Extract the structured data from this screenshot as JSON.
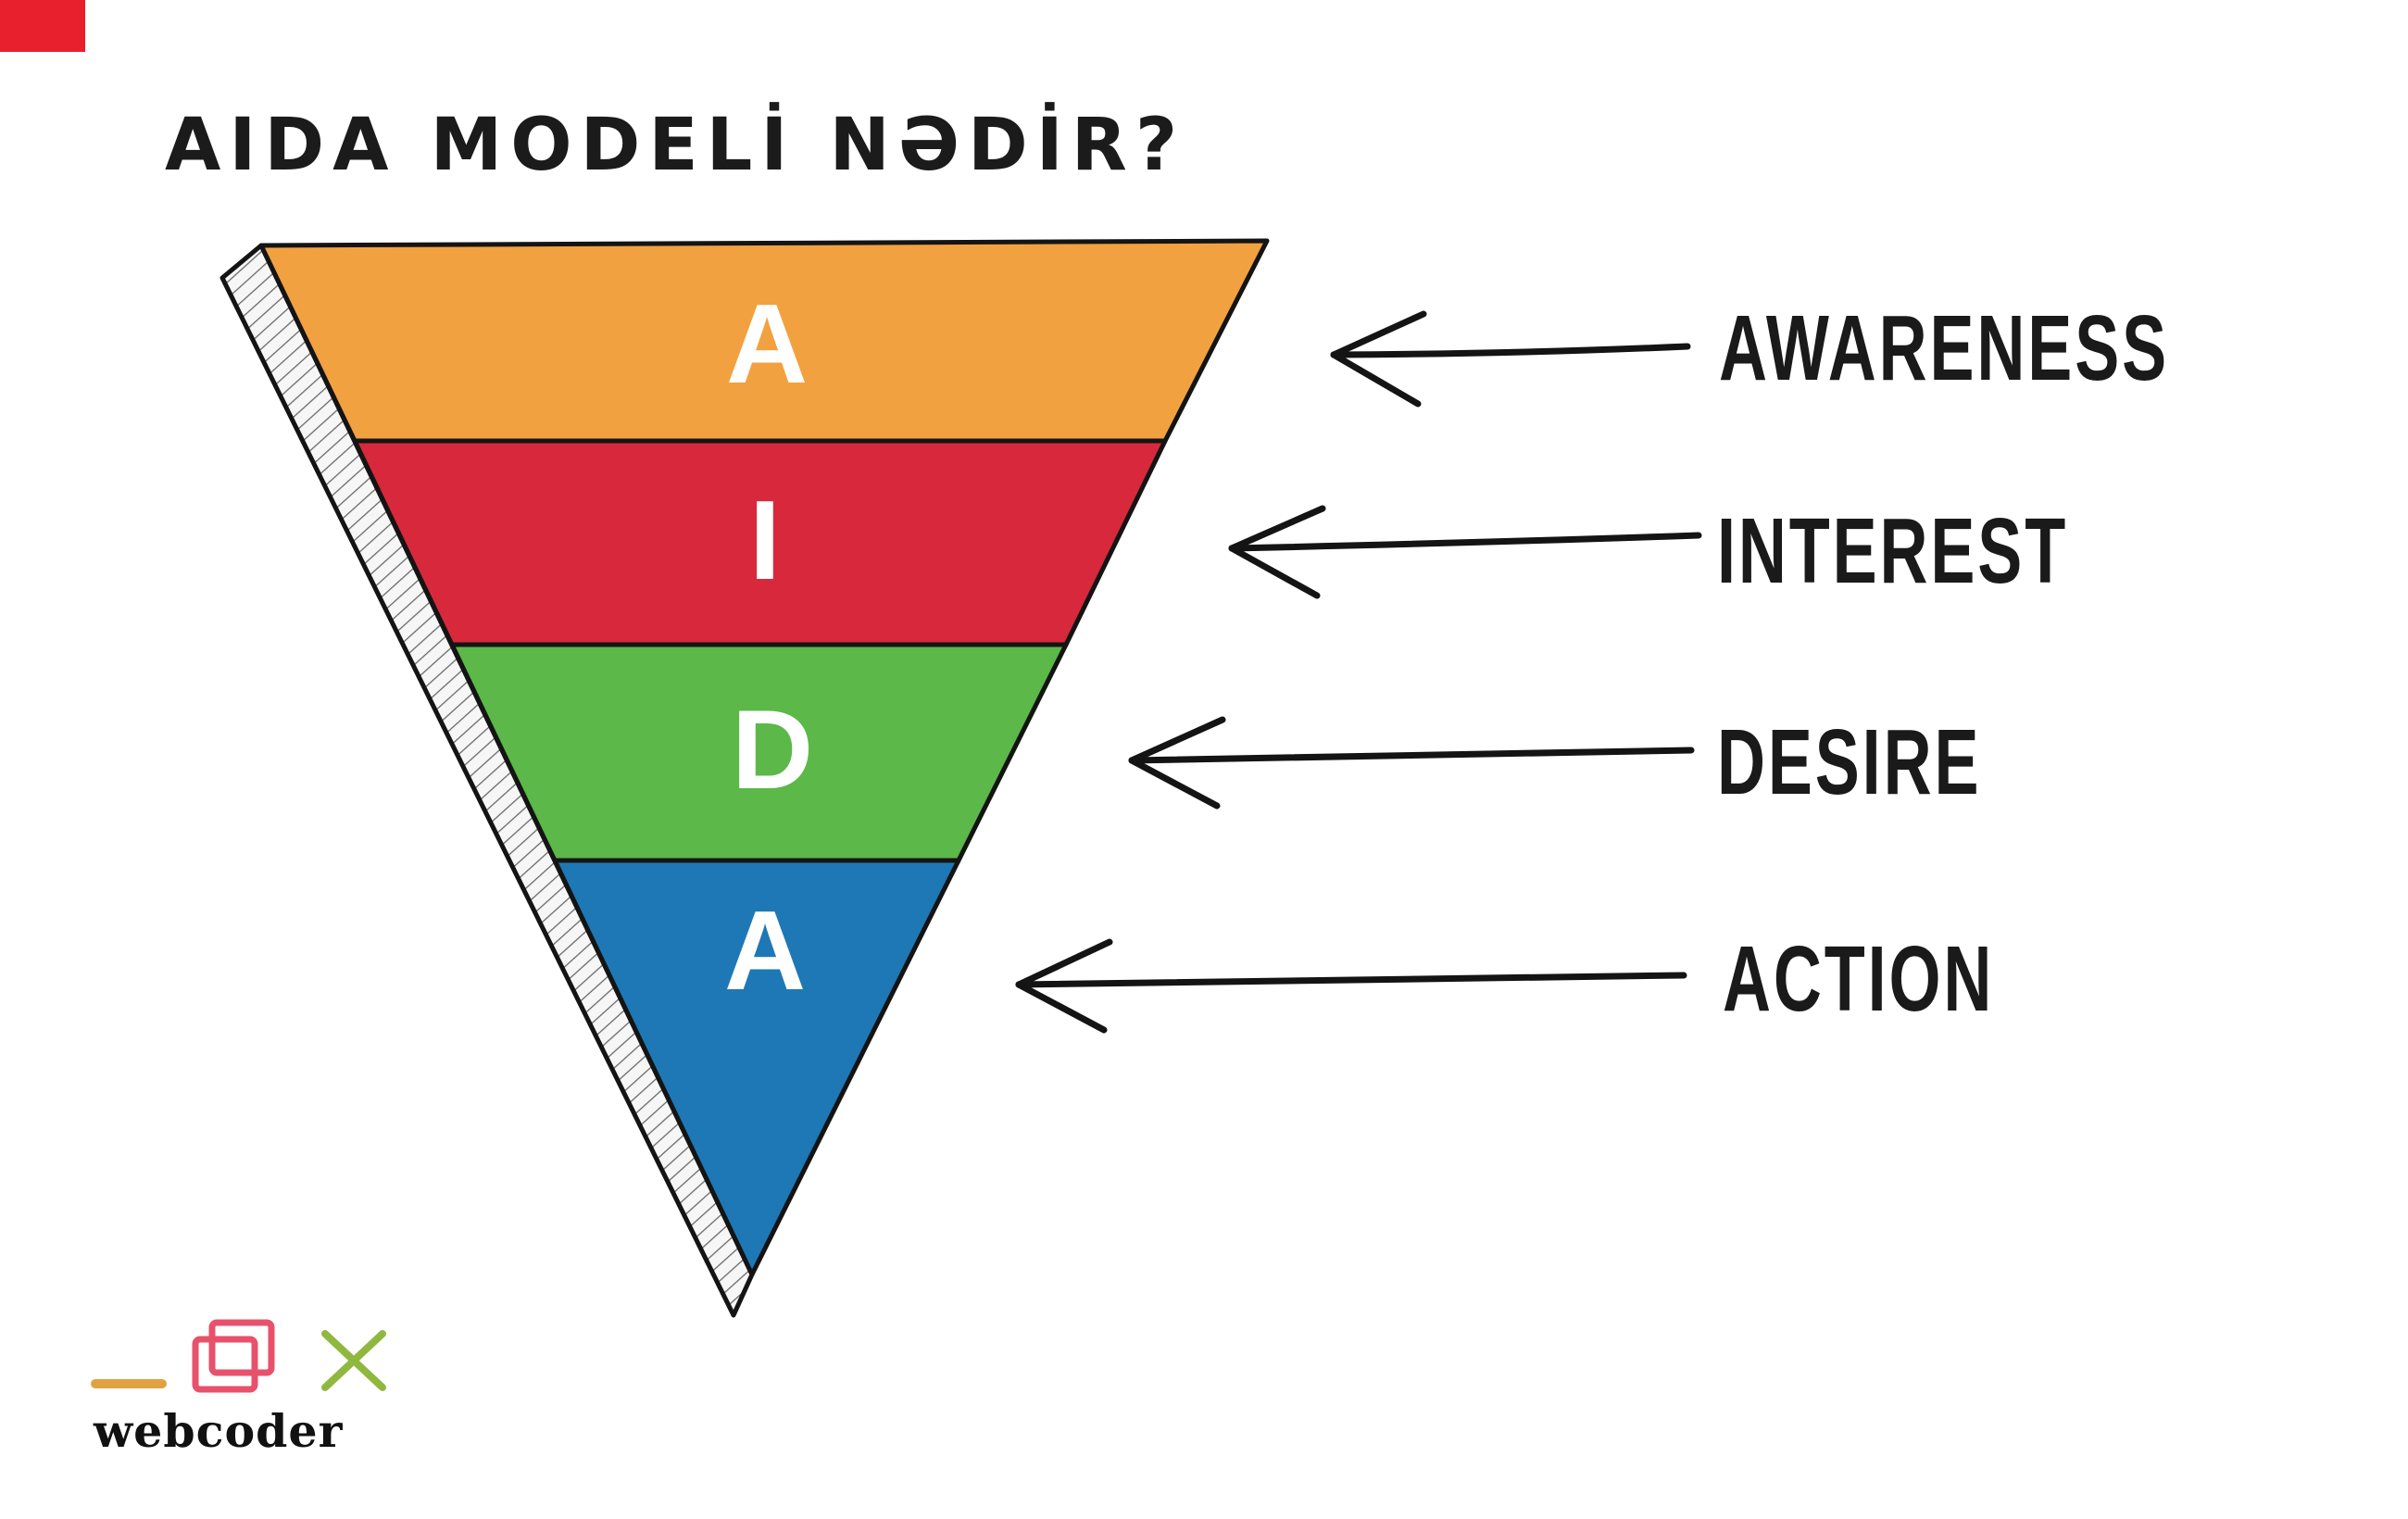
{
  "page": {
    "title": "AIDA MODELİ NƏDİR?"
  },
  "funnel": {
    "stages": [
      {
        "letter": "A",
        "label": "AWARENESS",
        "color": "#F2A140"
      },
      {
        "letter": "I",
        "label": "INTEREST",
        "color": "#D7293B"
      },
      {
        "letter": "D",
        "label": "DESIRE",
        "color": "#5CB848"
      },
      {
        "letter": "A",
        "label": "ACTION",
        "color": "#1E78B6"
      }
    ],
    "letter_color": "#FFFFFF",
    "outline_color": "#141414"
  },
  "arrows": {
    "color": "#141414"
  },
  "logo": {
    "text": "webcoder",
    "dash_color": "#DFA23E",
    "square_color": "#E8516B",
    "x_color": "#90B83F"
  },
  "corner_mark_color": "#E81F2D"
}
